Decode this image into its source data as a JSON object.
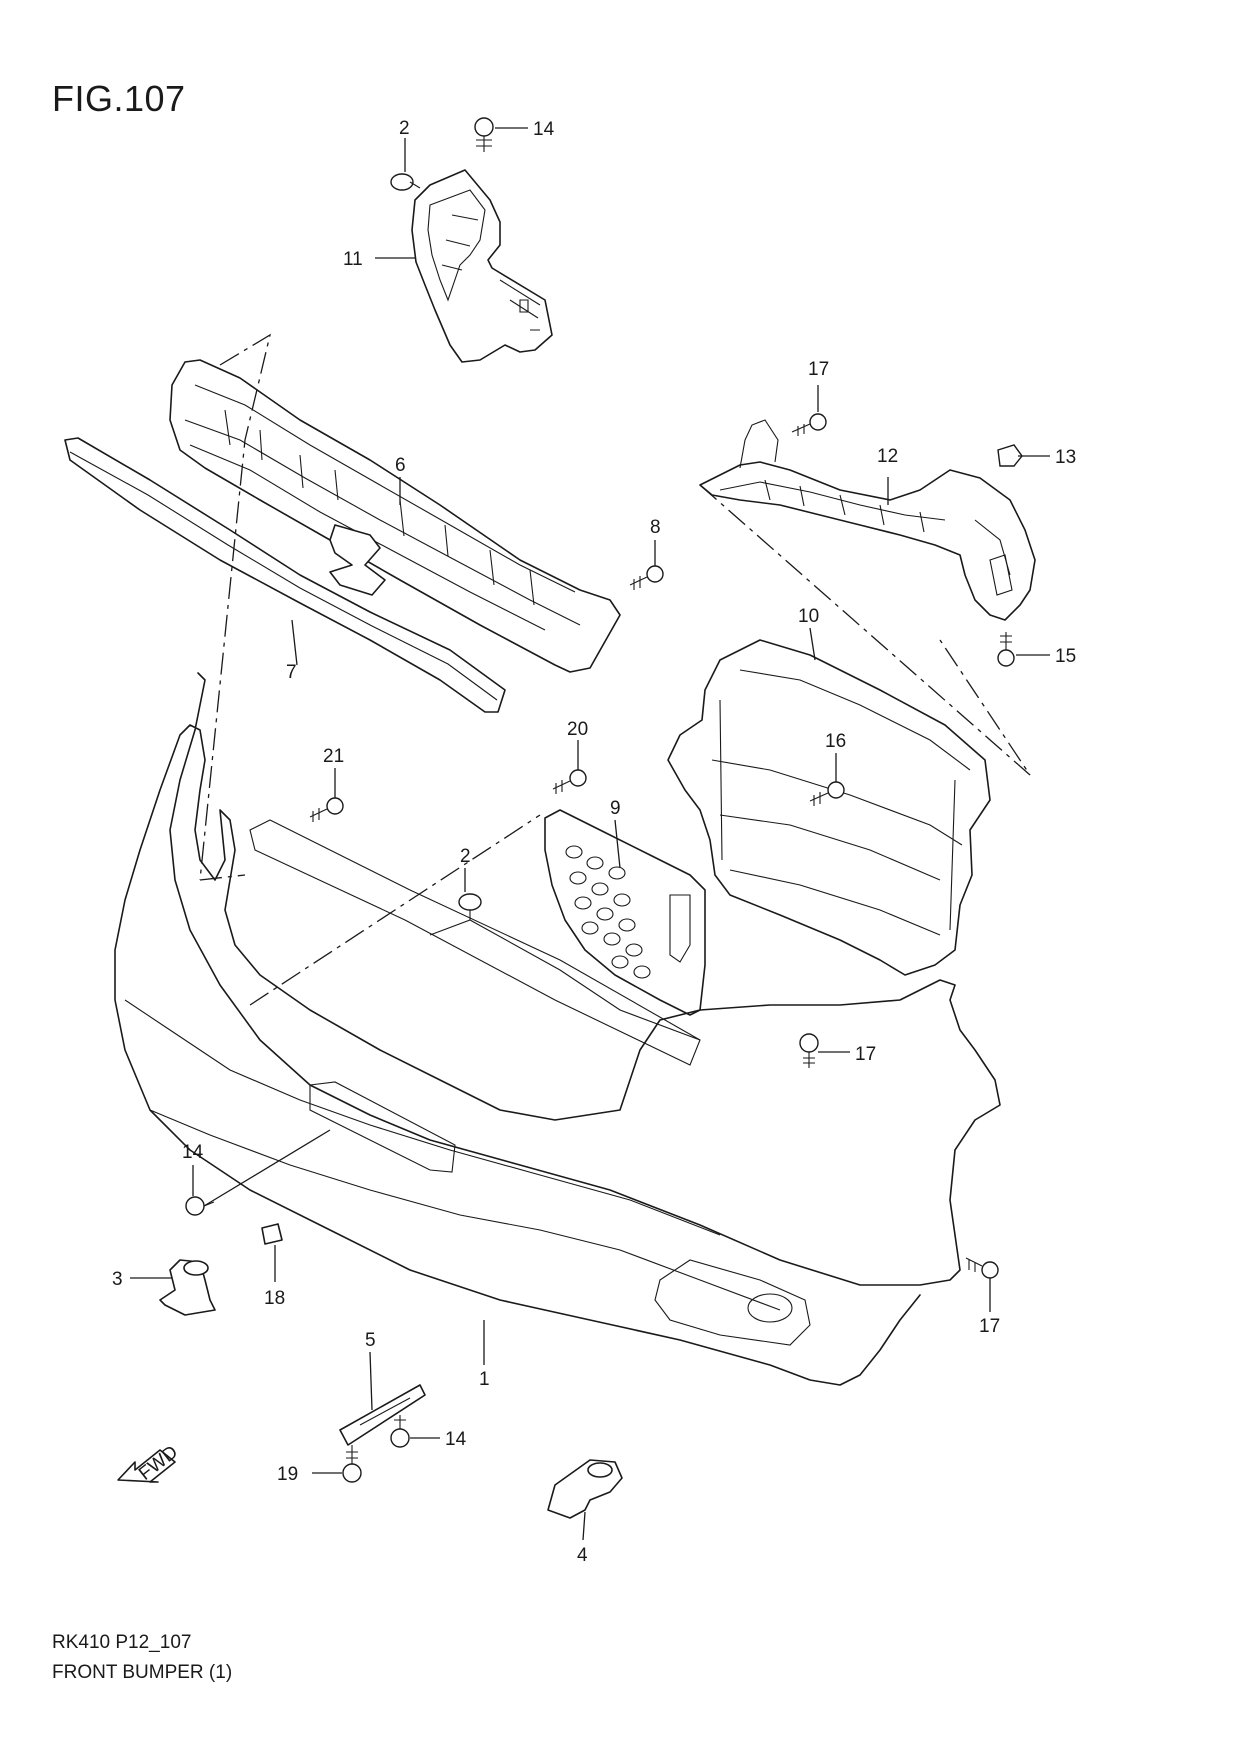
{
  "figure": {
    "title": "FIG.107",
    "code": "RK410 P12_107",
    "caption": "FRONT BUMPER (1)"
  },
  "fwd_arrow": {
    "label": "FWD"
  },
  "callouts": [
    {
      "id": "c1",
      "label": "1"
    },
    {
      "id": "c2a",
      "label": "2"
    },
    {
      "id": "c2b",
      "label": "2"
    },
    {
      "id": "c3",
      "label": "3"
    },
    {
      "id": "c4",
      "label": "4"
    },
    {
      "id": "c5",
      "label": "5"
    },
    {
      "id": "c6",
      "label": "6"
    },
    {
      "id": "c7",
      "label": "7"
    },
    {
      "id": "c8",
      "label": "8"
    },
    {
      "id": "c9",
      "label": "9"
    },
    {
      "id": "c10",
      "label": "10"
    },
    {
      "id": "c11",
      "label": "11"
    },
    {
      "id": "c12",
      "label": "12"
    },
    {
      "id": "c13",
      "label": "13"
    },
    {
      "id": "c14a",
      "label": "14"
    },
    {
      "id": "c14b",
      "label": "14"
    },
    {
      "id": "c14c",
      "label": "14"
    },
    {
      "id": "c15",
      "label": "15"
    },
    {
      "id": "c16",
      "label": "16"
    },
    {
      "id": "c17a",
      "label": "17"
    },
    {
      "id": "c17b",
      "label": "17"
    },
    {
      "id": "c17c",
      "label": "17"
    },
    {
      "id": "c18",
      "label": "18"
    },
    {
      "id": "c19",
      "label": "19"
    },
    {
      "id": "c20",
      "label": "20"
    },
    {
      "id": "c21",
      "label": "21"
    }
  ]
}
